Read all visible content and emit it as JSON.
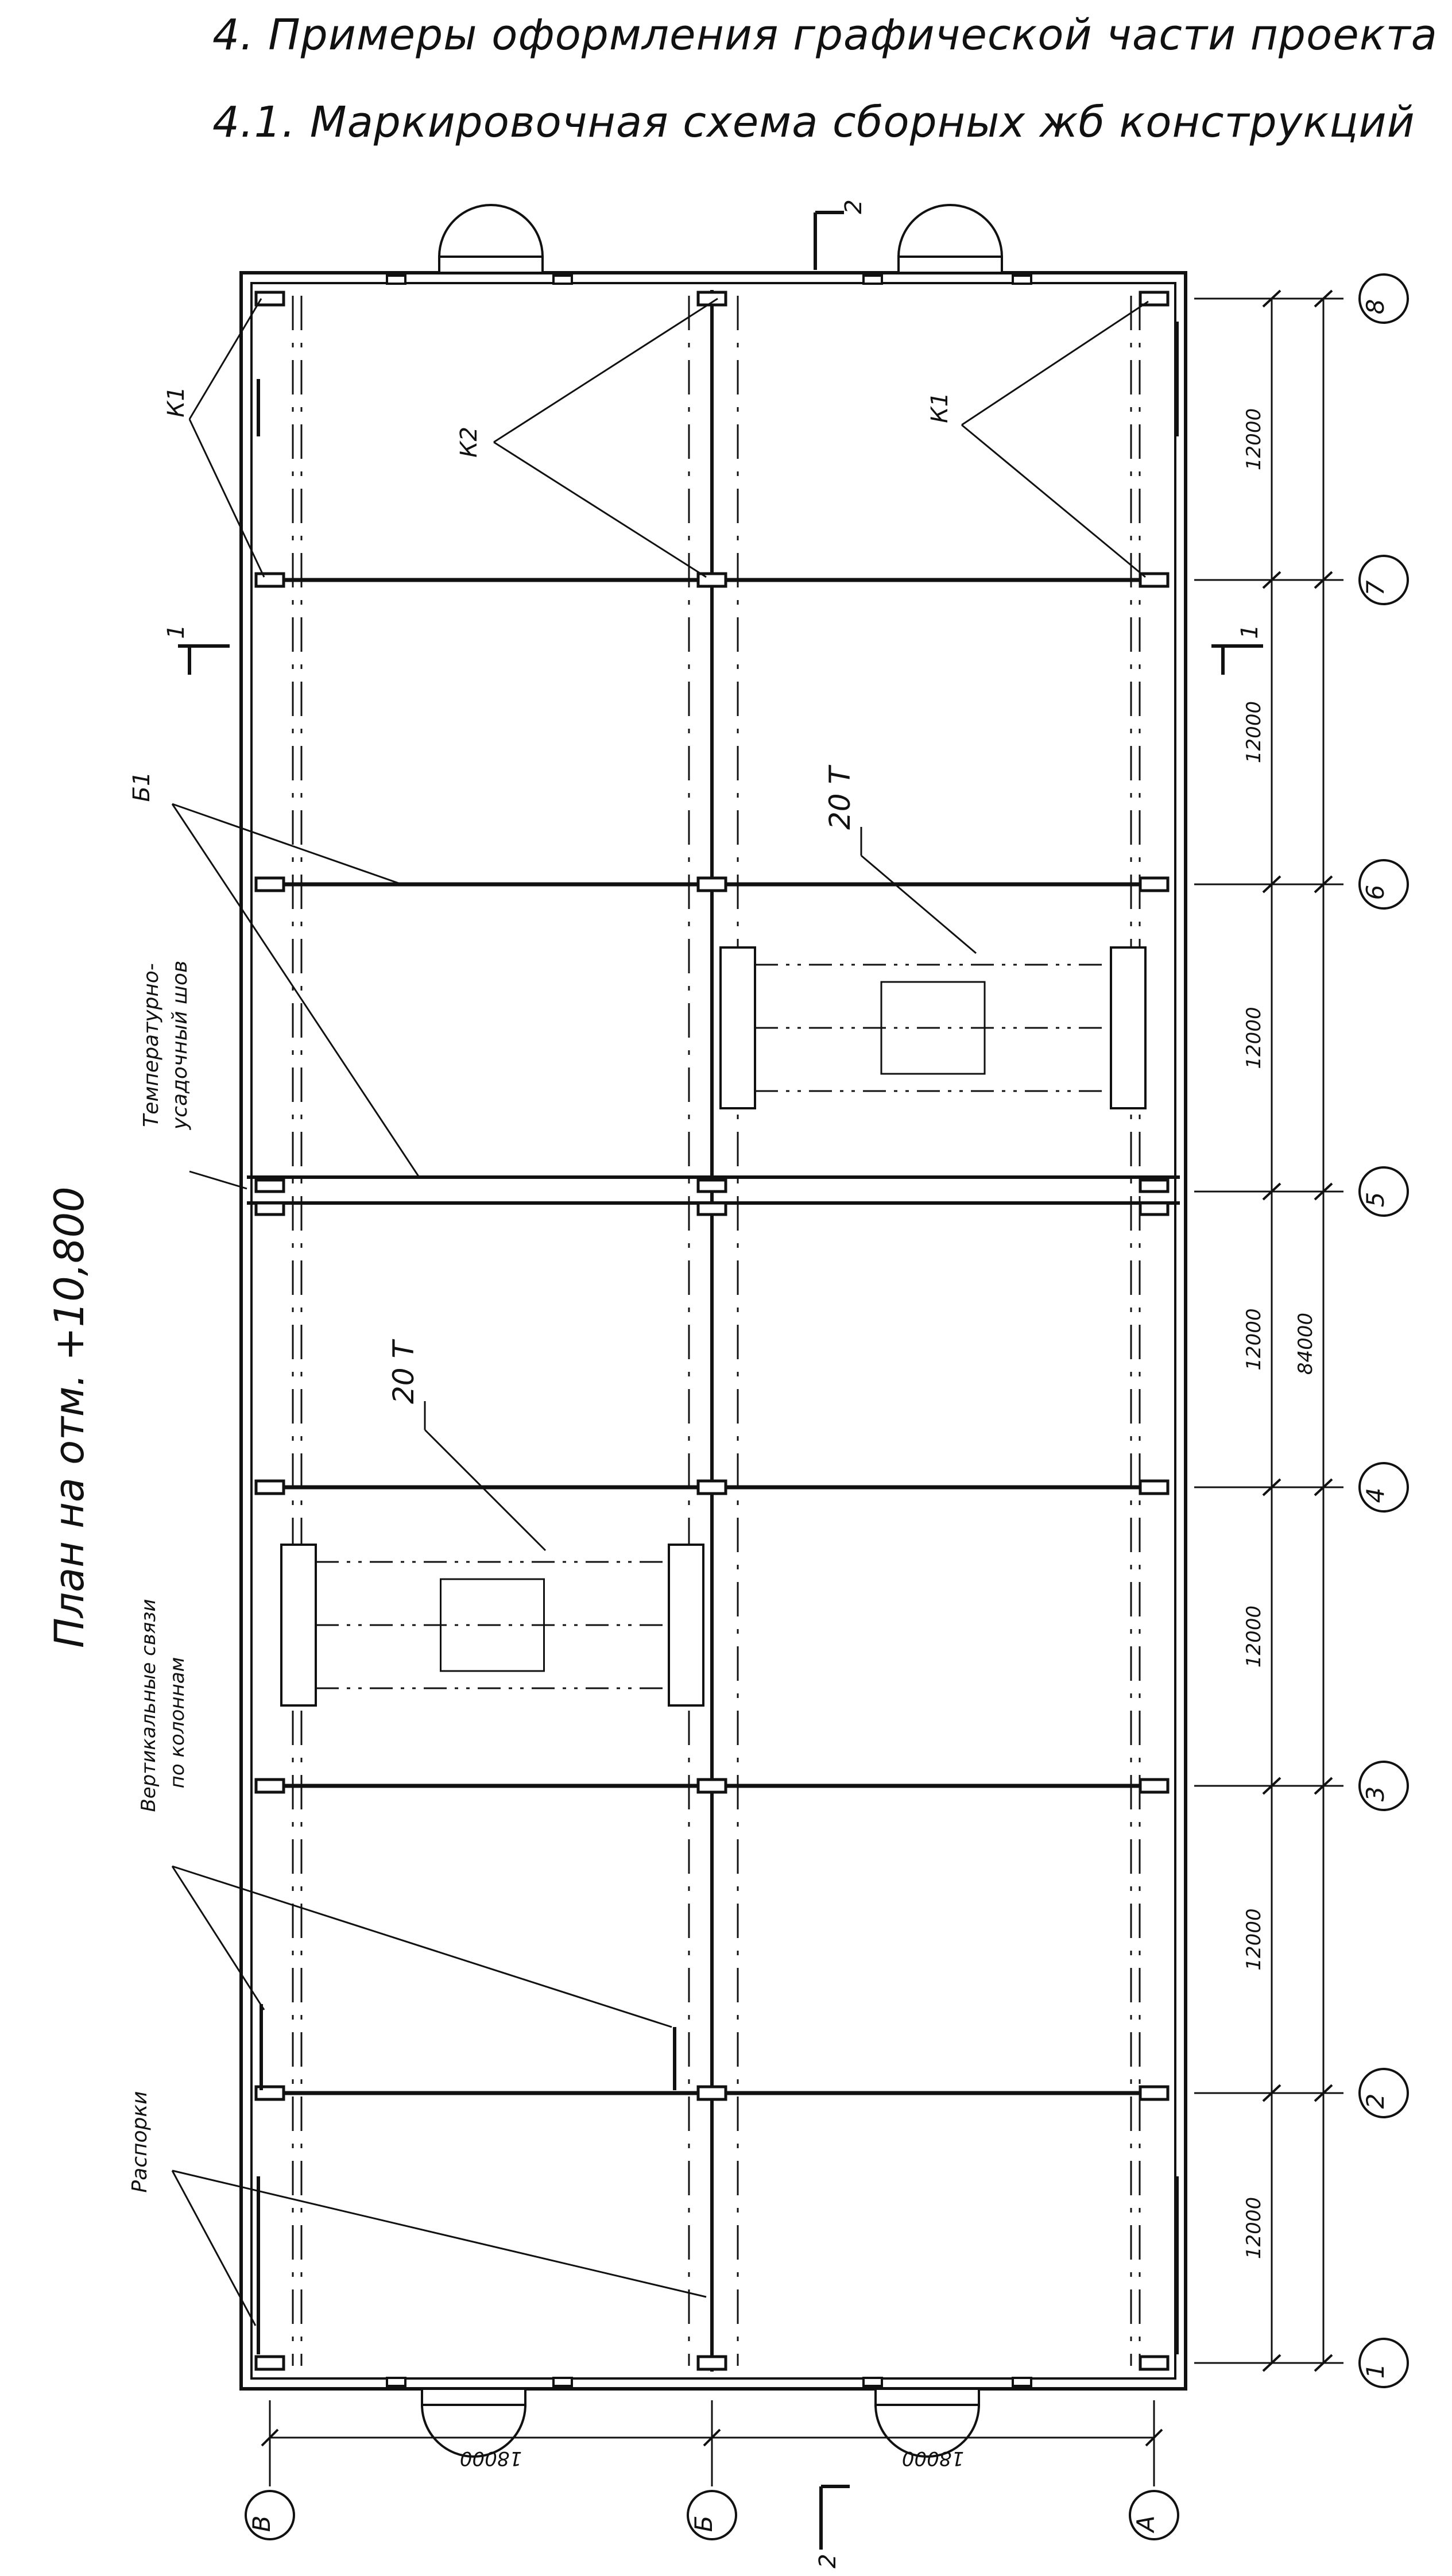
{
  "page": {
    "section_title": "4. Примеры оформления графической части проекта",
    "subsection_title": "4.1. Маркировочная схема сборных жб конструкций",
    "plan_title": "План на отм. +10,800"
  },
  "grid": {
    "transverse_axes": [
      "1",
      "2",
      "3",
      "4",
      "5",
      "6",
      "7",
      "8"
    ],
    "longitudinal_axes": [
      "В",
      "Б",
      "А"
    ]
  },
  "dimensions": {
    "bays": [
      "12000",
      "12000",
      "12000",
      "12000",
      "12000",
      "12000",
      "12000"
    ],
    "total": "84000",
    "spans": [
      "18000",
      "18000"
    ]
  },
  "labels": {
    "column_k1": "К1",
    "column_k2": "К2",
    "beam_b1": "Б1",
    "crane": "20 Т",
    "joint": [
      "Температурно-",
      "усадочный шов"
    ],
    "vertical_bracing": [
      "Вертикальные связи",
      "по колоннам"
    ],
    "struts": "Распорки",
    "section_1": "1",
    "section_2": "2"
  },
  "colors": {
    "ink": "#111111",
    "paper": "#ffffff"
  }
}
